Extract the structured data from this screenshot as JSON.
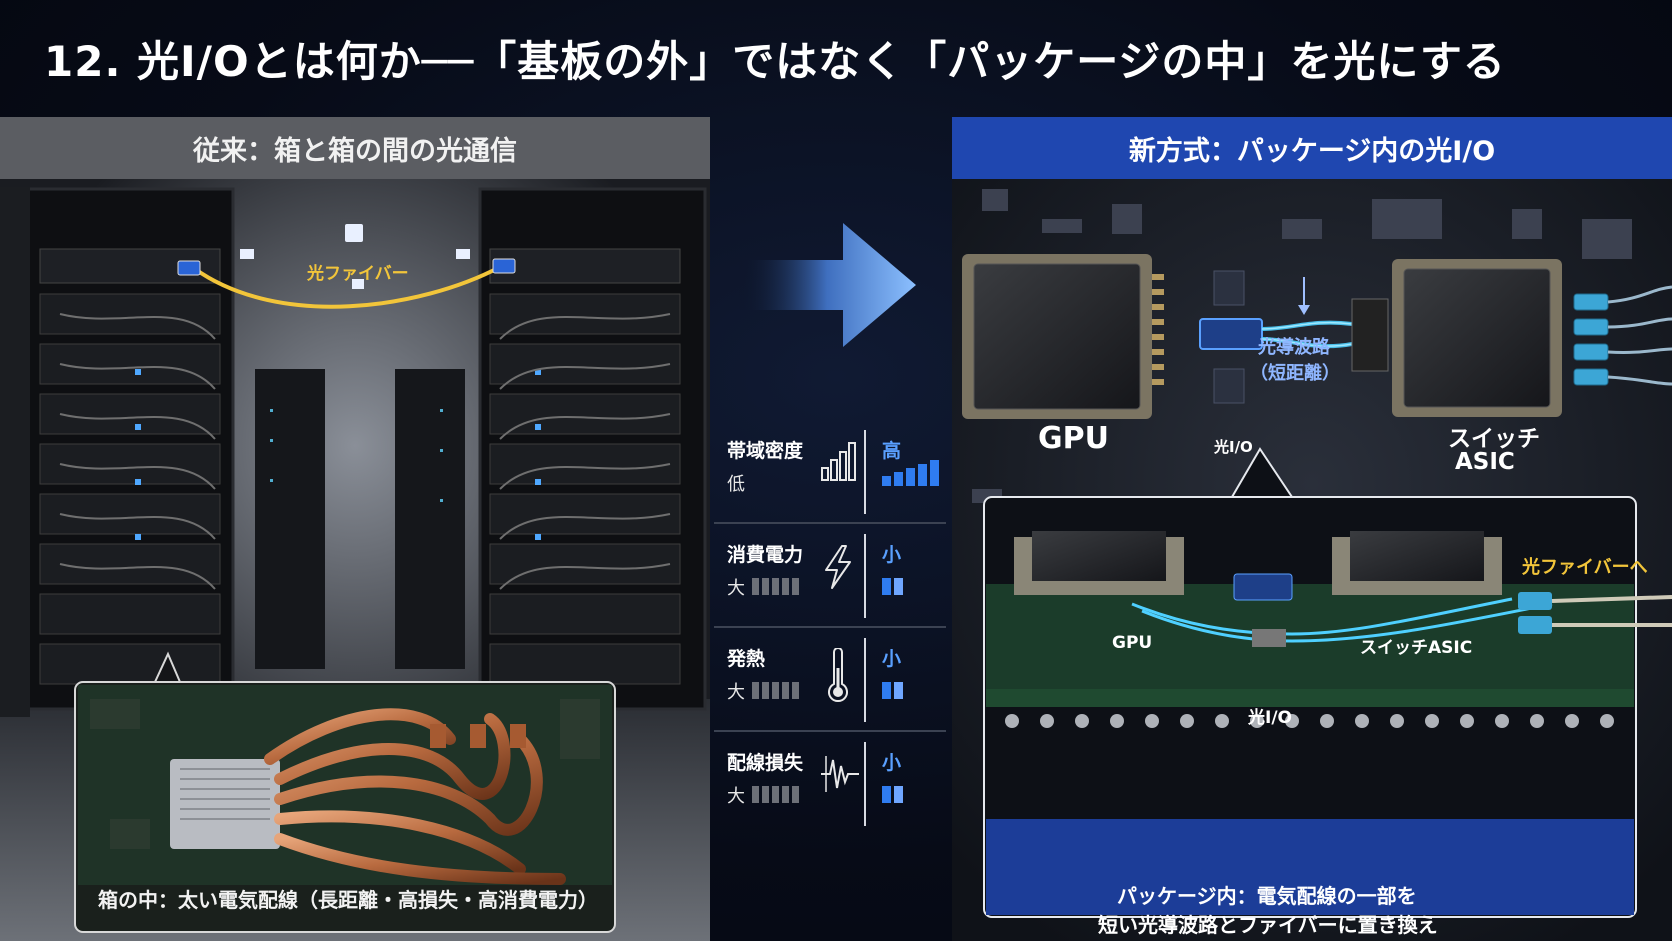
{
  "title": "12. 光I/Oとは何か──「基板の外」ではなく「パッケージの中」を光にする",
  "left": {
    "header": "従来：箱と箱の間の光通信",
    "fiber_label": "光ファイバー",
    "caption": "箱の中：太い電気配線（長距離・高損失・高消費電力）"
  },
  "right": {
    "header": "新方式：パッケージ内の光I/O",
    "gpu": "GPU",
    "switch_asic": [
      "スイッチ",
      "ASIC"
    ],
    "optical_io": "光I/O",
    "waveguide": [
      "光導波路",
      "（短距離）"
    ],
    "to_fiber": "光ファイバーへ",
    "inset_gpu": "GPU",
    "inset_switch": "スイッチASIC",
    "inset_io": "光I/O",
    "caption_line1": "パッケージ内：電気配線の一部を",
    "caption_line2": "短い光導波路とファイバーに置き換え"
  },
  "metrics": [
    {
      "name": "帯域密度",
      "bad": "低",
      "good": "高",
      "icon": "signal-bars-icon"
    },
    {
      "name": "消費電力",
      "bad": "大",
      "good": "小",
      "icon": "lightning-icon"
    },
    {
      "name": "発熱",
      "bad": "大",
      "good": "小",
      "icon": "thermometer-icon"
    },
    {
      "name": "配線損失",
      "bad": "大",
      "good": "小",
      "icon": "waveform-icon"
    }
  ],
  "colors": {
    "accent_blue": "#1f47b0",
    "metric_blue": "#2f7cf0",
    "fiber_yellow": "#f2c53a",
    "glow_cyan": "#4fd0ff"
  }
}
